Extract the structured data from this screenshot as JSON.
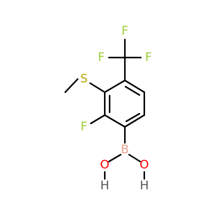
{
  "colors": {
    "fluorine": "#9acd32",
    "sulfur": "#b8a400",
    "boron": "#e8a38f",
    "oxygen": "#ff0000",
    "hydrogen": "#555555",
    "bond": "#000000",
    "background": "#ffffff"
  },
  "atoms": {
    "f_top": "F",
    "f_left": "F",
    "f_right": "F",
    "s": "S",
    "f_ring": "F",
    "b": "B",
    "o_left": "O",
    "h_left": "H",
    "o_right": "O",
    "h_right": "H"
  }
}
